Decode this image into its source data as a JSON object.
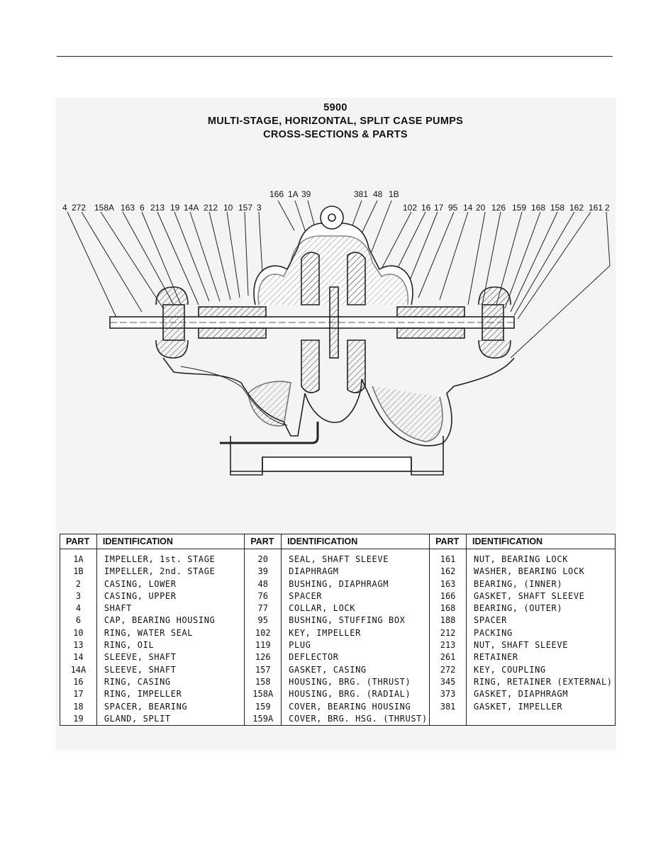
{
  "title": {
    "line1": "5900",
    "line2": "MULTI-STAGE, HORIZONTAL, SPLIT CASE PUMPS",
    "line3": "CROSS-SECTIONS & PARTS"
  },
  "callouts": {
    "left": [
      "4",
      "272",
      "158A",
      "163",
      "6",
      "213",
      "19",
      "14A",
      "212",
      "10",
      "157",
      "3"
    ],
    "top_center": [
      "166",
      "1A",
      "39"
    ],
    "top_right": [
      "381",
      "48",
      "1B"
    ],
    "right": [
      "102",
      "16",
      "17",
      "95",
      "14",
      "20",
      "126",
      "159",
      "168",
      "158",
      "162",
      "161",
      "2"
    ]
  },
  "table": {
    "headers": {
      "part": "PART",
      "identification": "IDENTIFICATION"
    },
    "columns": [
      {
        "parts": [
          "1A",
          "1B",
          "2",
          "3",
          "4",
          "6",
          "10",
          "13",
          "14",
          "14A",
          "16",
          "17",
          "18",
          "19"
        ],
        "ids": [
          "IMPELLER, 1st. STAGE",
          "IMPELLER, 2nd. STAGE",
          "CASING, LOWER",
          "CASING, UPPER",
          "SHAFT",
          "CAP, BEARING HOUSING",
          "RING, WATER SEAL",
          "RING, OIL",
          "SLEEVE, SHAFT",
          "SLEEVE, SHAFT",
          "RING, CASING",
          "RING, IMPELLER",
          "SPACER, BEARING",
          "GLAND, SPLIT"
        ]
      },
      {
        "parts": [
          "20",
          "39",
          "48",
          "76",
          "77",
          "95",
          "102",
          "119",
          "126",
          "157",
          "158",
          "158A",
          "159",
          "159A"
        ],
        "ids": [
          "SEAL, SHAFT SLEEVE",
          "DIAPHRAGM",
          "BUSHING, DIAPHRAGM",
          "SPACER",
          "COLLAR, LOCK",
          "BUSHING, STUFFING BOX",
          "KEY, IMPELLER",
          "PLUG",
          "DEFLECTOR",
          "GASKET, CASING",
          "HOUSING, BRG. (THRUST)",
          "HOUSING, BRG. (RADIAL)",
          "COVER, BEARING HOUSING",
          "COVER, BRG. HSG. (THRUST)"
        ]
      },
      {
        "parts": [
          "161",
          "162",
          "163",
          "166",
          "168",
          "188",
          "212",
          "213",
          "261",
          "272",
          "345",
          "373",
          "381"
        ],
        "ids": [
          "NUT, BEARING LOCK",
          "WASHER, BEARING LOCK",
          "BEARING, (INNER)",
          "GASKET, SHAFT SLEEVE",
          "BEARING, (OUTER)",
          "SPACER",
          "PACKING",
          "NUT, SHAFT SLEEVE",
          "RETAINER",
          "KEY, COUPLING",
          "RING, RETAINER (EXTERNAL)",
          "GASKET, DIAPHRAGM",
          "GASKET, IMPELLER"
        ]
      }
    ]
  }
}
